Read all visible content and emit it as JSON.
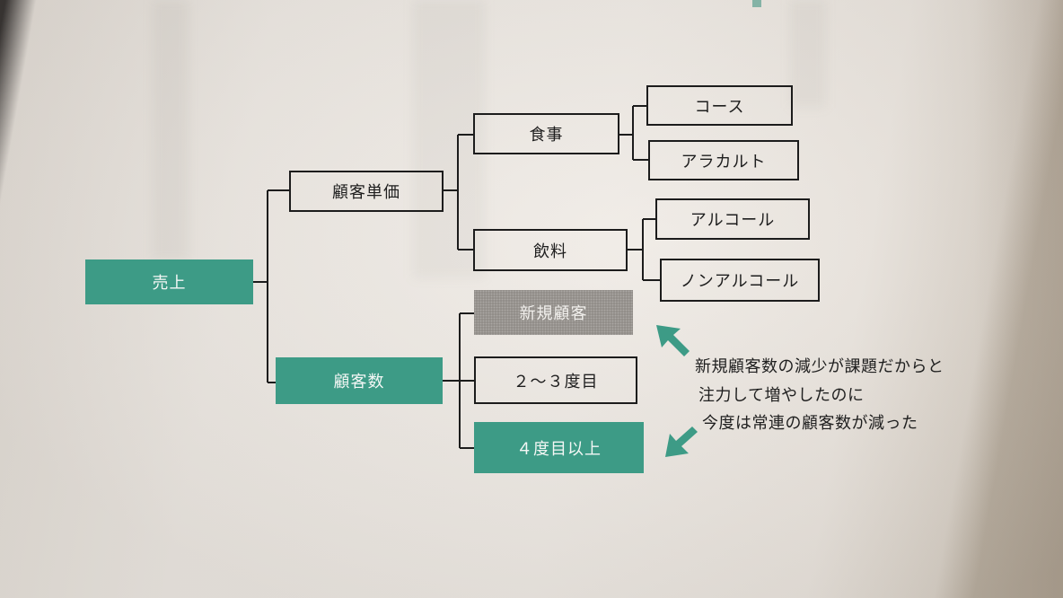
{
  "tree": {
    "root": {
      "label": "売上",
      "color": "#3d9b86"
    },
    "unit_price": {
      "label": "顧客単価",
      "food": {
        "label": "食事",
        "children": [
          "コース",
          "アラカルト"
        ]
      },
      "drink": {
        "label": "飲料",
        "children": [
          "アルコール",
          "ノンアルコール"
        ]
      }
    },
    "customers": {
      "label": "顧客数",
      "new": {
        "label": "新規顧客"
      },
      "second_third": {
        "label": "２〜３度目"
      },
      "fourth_plus": {
        "label": "４度目以上"
      }
    }
  },
  "annotation": {
    "lines": [
      "新規顧客数の減少が課題だからと",
      "注力して増やしたのに",
      "今度は常連の顧客数が減った"
    ],
    "arrow_color": "#3d9b86"
  }
}
